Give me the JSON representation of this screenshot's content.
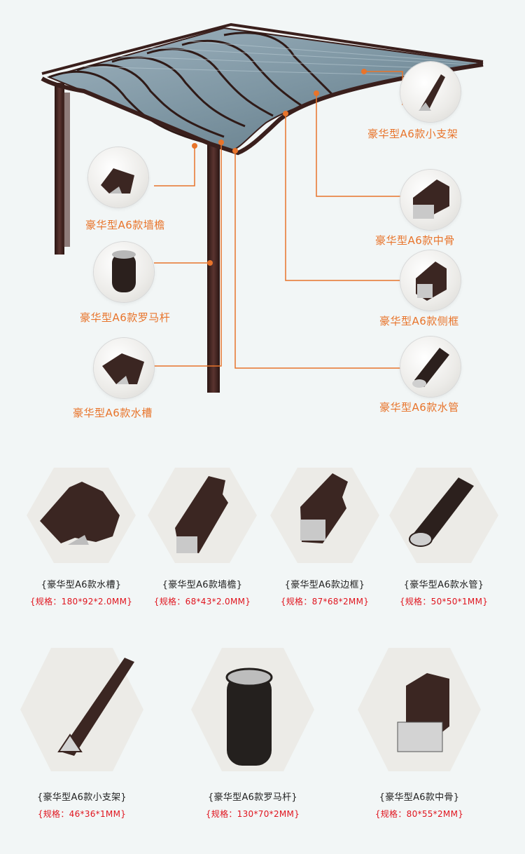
{
  "diagram": {
    "callouts": [
      {
        "label": "豪华型A6款小支架",
        "icon": "bracket-profile-icon"
      },
      {
        "label": "豪华型A6款墙檐",
        "icon": "wall-eave-profile-icon"
      },
      {
        "label": "豪华型A6款中骨",
        "icon": "middle-rib-profile-icon"
      },
      {
        "label": "豪华型A6款罗马杆",
        "icon": "roman-post-profile-icon"
      },
      {
        "label": "豪华型A6款侧框",
        "icon": "side-frame-profile-icon"
      },
      {
        "label": "豪华型A6款水槽",
        "icon": "gutter-profile-icon"
      },
      {
        "label": "豪华型A6款水管",
        "icon": "water-pipe-profile-icon"
      }
    ],
    "colors": {
      "accent": "#e8742b",
      "frame": "#3a1f1c",
      "roof": "#8aa0ad"
    }
  },
  "products": [
    {
      "name": "{豪华型A6款水槽}",
      "spec": "{规格：180*92*2.0MM}",
      "icon": "gutter-profile-icon"
    },
    {
      "name": "{豪华型A6款墙檐}",
      "spec": "{规格：68*43*2.0MM}",
      "icon": "wall-eave-profile-icon"
    },
    {
      "name": "{豪华型A6款边框}",
      "spec": "{规格：87*68*2MM}",
      "icon": "edge-frame-profile-icon"
    },
    {
      "name": "{豪华型A6款水管}",
      "spec": "{规格：50*50*1MM}",
      "icon": "water-pipe-profile-icon"
    },
    {
      "name": "{豪华型A6款小支架}",
      "spec": "{规格：46*36*1MM}",
      "icon": "bracket-profile-icon"
    },
    {
      "name": "{豪华型A6款罗马杆}",
      "spec": "{规格：130*70*2MM}",
      "icon": "roman-post-profile-icon"
    },
    {
      "name": "{豪华型A6款中骨}",
      "spec": "{规格：80*55*2MM}",
      "icon": "middle-rib-profile-icon"
    }
  ],
  "colors": {
    "name_text": "#222222",
    "spec_text": "#e0141e",
    "profile": "#3b2622"
  }
}
